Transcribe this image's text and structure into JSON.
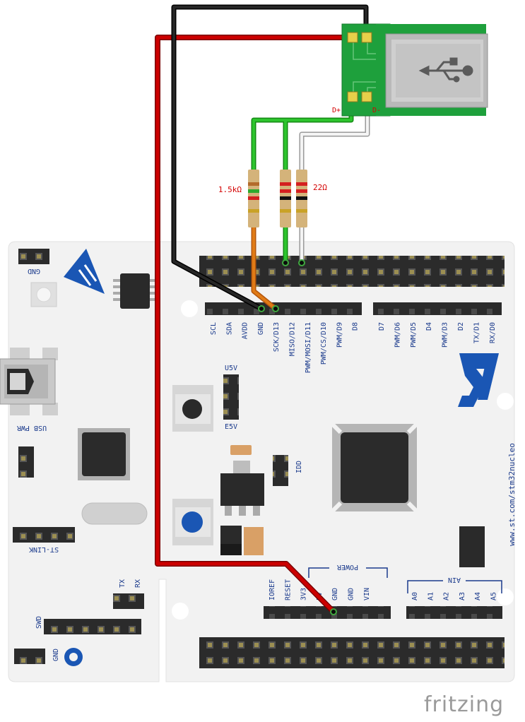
{
  "brand": "fritzing",
  "usb": {
    "dplus": "D+",
    "dminus": "D-"
  },
  "resistors": {
    "r1": "1.5kΩ",
    "r2": "22Ω"
  },
  "board": {
    "url": "www.st.com/stm32nucleo",
    "gnd_top": "GND",
    "usb_pwr": "USB PWR",
    "st_link": "ST-LINK",
    "tx": "TX",
    "rx": "RX",
    "swd": "SWD",
    "gnd_bottom": "GND",
    "u5v": "U5V",
    "e5v": "E5V",
    "idd": "IDD",
    "power": "POWER",
    "ain": "AIN"
  },
  "digital_labels": [
    "SCL",
    "SDA",
    "AVDD",
    "GND",
    "SCK/D13",
    "MISO/D12",
    "PWM/MOSI/D11",
    "PWM/CS/D10",
    "PWM/D9",
    "D8",
    "D7",
    "PWM/D6",
    "PWM/D5",
    "D4",
    "PWM/D3",
    "D2",
    "TX/D1",
    "RX/D0"
  ],
  "power_labels": [
    "IOREF",
    "RESET",
    "3V3",
    "5V",
    "GND",
    "GND",
    "VIN"
  ],
  "ain_labels": [
    "A0",
    "A1",
    "A2",
    "A3",
    "A4",
    "A5"
  ],
  "colors": {
    "board": "#f2f2f2",
    "header": "#2b2b2b",
    "wire_red": "#cc0000",
    "wire_black": "#1a1a1a",
    "wire_green": "#22b022",
    "wire_orange": "#e07b16",
    "wire_white": "#eeeeee",
    "pcb_green": "#1ea03c",
    "st_blue": "#1a56b4",
    "label_red": "#d40000"
  }
}
